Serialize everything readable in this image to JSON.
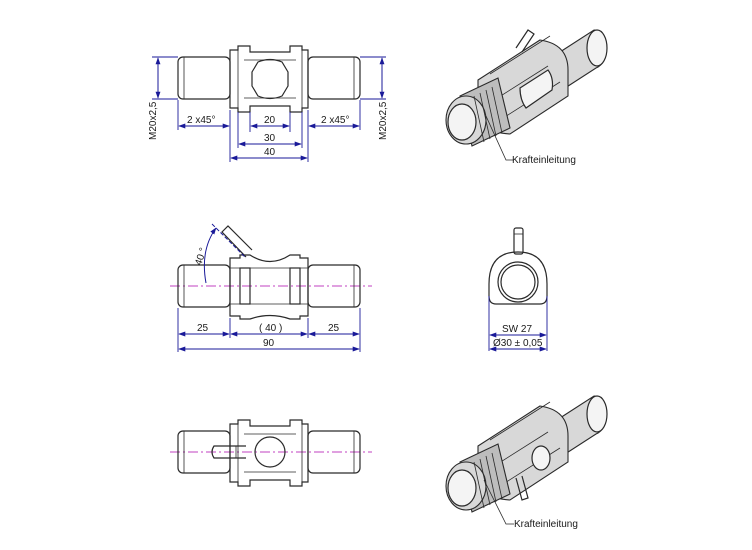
{
  "dimensions": {
    "thread_left": "M20x2,5",
    "thread_right": "M20x2,5",
    "chamfer_left": "2 x45°",
    "chamfer_right": "2 x45°",
    "width_20": "20",
    "width_30": "30",
    "width_40": "40",
    "length_25_left": "25",
    "length_40_ref": "( 40 )",
    "length_25_right": "25",
    "length_90": "90",
    "angle_40": "40 °",
    "wrench_size": "SW 27",
    "diameter": "Ø30 ± 0,05"
  },
  "labels": {
    "force_input_top": "Krafteinleitung",
    "force_input_bottom": "Krafteinleitung"
  },
  "colors": {
    "dimension": "#1a1a99",
    "centerline": "#c040c0",
    "outline": "#2a2a2a"
  }
}
